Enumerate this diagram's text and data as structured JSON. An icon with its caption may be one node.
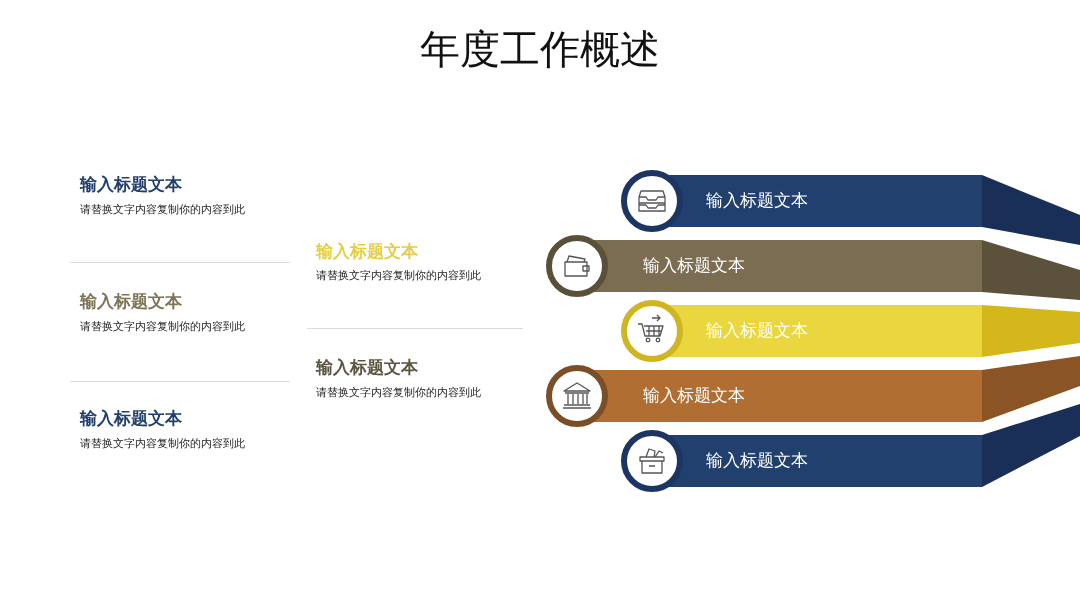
{
  "diagram": {
    "title": "年度工作概述",
    "nodes": [
      {
        "text": [
          "输入标题文本"
        ]
      },
      {
        "text": [
          "输入标题文本"
        ]
      },
      {
        "text": [
          "输入标题文本"
        ]
      },
      {
        "text": [
          "输入标题文本"
        ]
      },
      {
        "text": [
          "输入标题文本"
        ]
      }
    ],
    "labels": [
      "输入标题文本",
      "请替换文字内容复制你的内容到此",
      "输入标题文本",
      "请替换文字内容复制你的内容到此",
      "输入标题文本",
      "请替换文字内容复制你的内容到此",
      "输入标题文本",
      "请替换文字内容复制你的内容到此",
      "输入标题文本",
      "请替换文字内容复制你的内容到此"
    ]
  }
}
